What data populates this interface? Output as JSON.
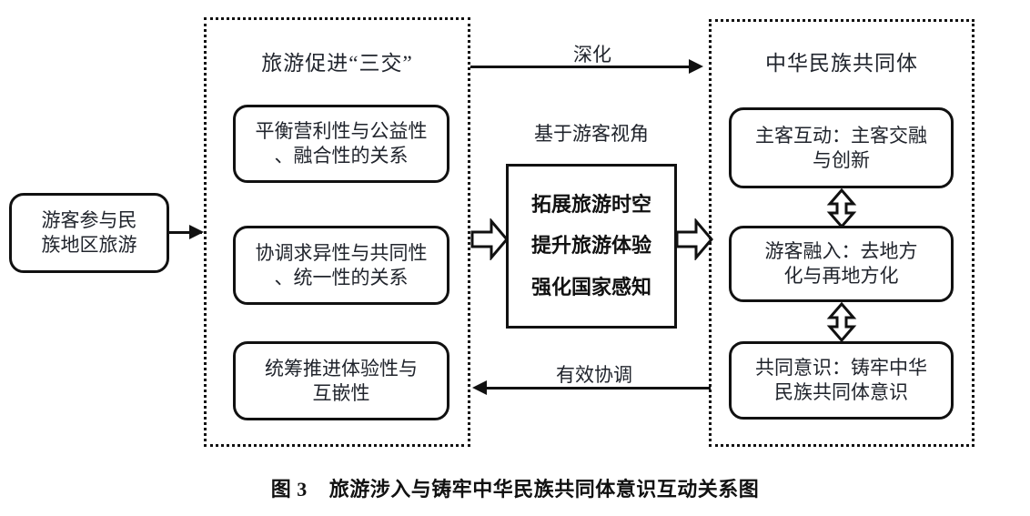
{
  "figure": {
    "caption": "图 3    旅游涉入与铸牢中华民族共同体意识互动关系图"
  },
  "entry": {
    "label": "游客参与民\n族地区旅游",
    "line1": "游客参与民",
    "line2": "族地区旅游"
  },
  "left_group": {
    "title": "旅游促进“三交”",
    "nodes": [
      {
        "line1": "平衡营利性与公益性",
        "line2": "、融合性的关系"
      },
      {
        "line1": "协调求异性与共同性",
        "line2": "、统一性的关系"
      },
      {
        "line1": "统筹推进体验性与",
        "line2": "互嵌性"
      }
    ]
  },
  "center": {
    "label": "基于游客视角",
    "lines": [
      "拓展旅游时空",
      "提升旅游体验",
      "强化国家感知"
    ]
  },
  "right_group": {
    "title": "中华民族共同体",
    "nodes": [
      {
        "line1": "主客互动：主客交融",
        "line2": "与创新"
      },
      {
        "line1": "游客融入：去地方",
        "line2": "化与再地方化"
      },
      {
        "line1": "共同意识：铸牢中华",
        "line2": "民族共同体意识"
      }
    ]
  },
  "connectors": {
    "top_arrow_label": "深化",
    "bottom_arrow_label": "有效协调"
  },
  "colors": {
    "stroke": "#111111",
    "text": "#20242c",
    "background": "#ffffff"
  }
}
